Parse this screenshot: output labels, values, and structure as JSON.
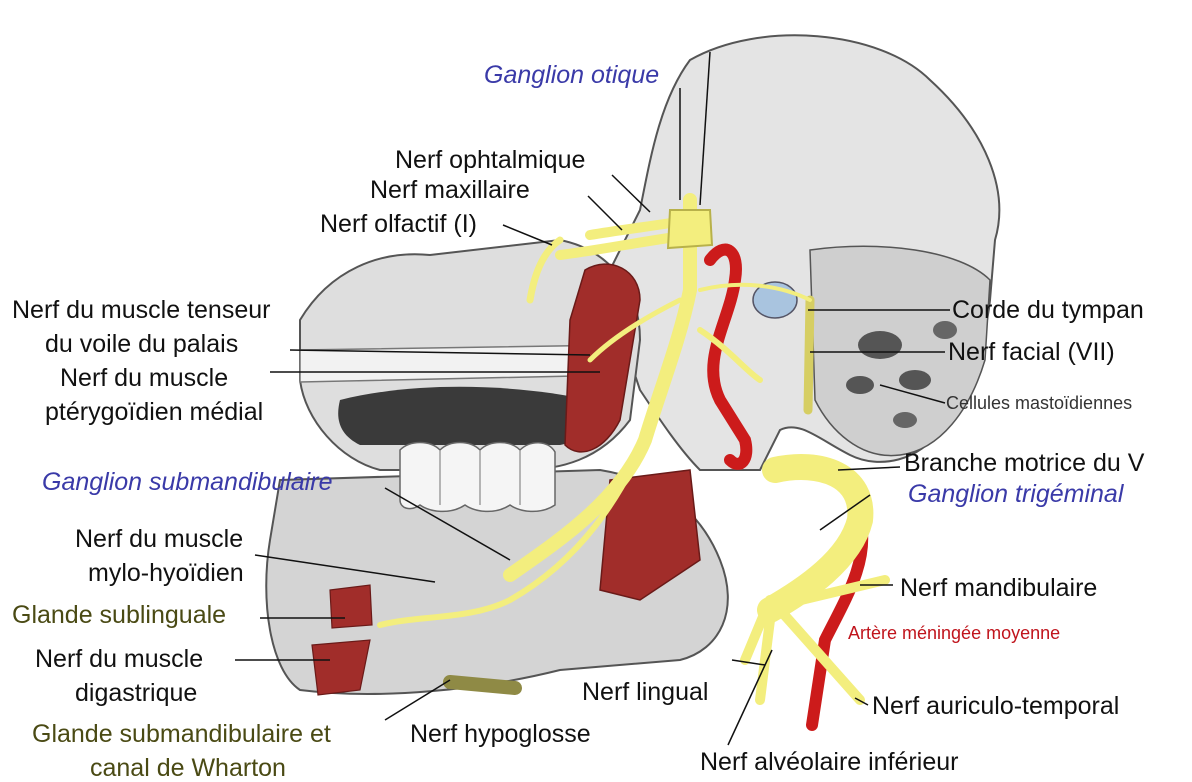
{
  "colors": {
    "black": "#111111",
    "blue": "#3a3aa8",
    "olive": "#4a4a14",
    "red": "#c0141c",
    "dark": "#333333",
    "nerve": "#f3ee7e",
    "artery": "#cc1b1b",
    "muscle": "#9e2a28",
    "bone": "#dcdcdc"
  },
  "labels": {
    "ganglion_otique": "Ganglion otique",
    "nerf_ophtalmique": "Nerf ophtalmique",
    "nerf_maxillaire": "Nerf maxillaire",
    "nerf_olfactif": "Nerf olfactif (I)",
    "tenseur_1": "Nerf du muscle tenseur",
    "tenseur_2": "du voile du palais",
    "pterygoidien_1": "Nerf du muscle",
    "pterygoidien_2": "ptérygoïdien médial",
    "corde_tympan": "Corde du tympan",
    "nerf_facial": "Nerf facial (VII)",
    "cellules_mastoidiennes": "Cellules mastoïdiennes",
    "ganglion_submandibulaire": "Ganglion submandibulaire",
    "branche_motrice": "Branche motrice du V",
    "ganglion_trigeminal": "Ganglion trigéminal",
    "mylo_1": "Nerf du muscle",
    "mylo_2": "mylo-hyoïdien",
    "nerf_mandibulaire": "Nerf mandibulaire",
    "glande_sublinguale": "Glande sublinguale",
    "artere_meningee": "Artère méningée moyenne",
    "digastrique_1": "Nerf du muscle",
    "digastrique_2": "digastrique",
    "nerf_lingual": "Nerf lingual",
    "auriculo_temporal": "Nerf auriculo-temporal",
    "glande_submand_1": "Glande submandibulaire et",
    "glande_submand_2": "canal de Wharton",
    "nerf_hypoglosse": "Nerf hypoglosse",
    "alveolaire_inferieur": "Nerf alvéolaire inférieur"
  }
}
